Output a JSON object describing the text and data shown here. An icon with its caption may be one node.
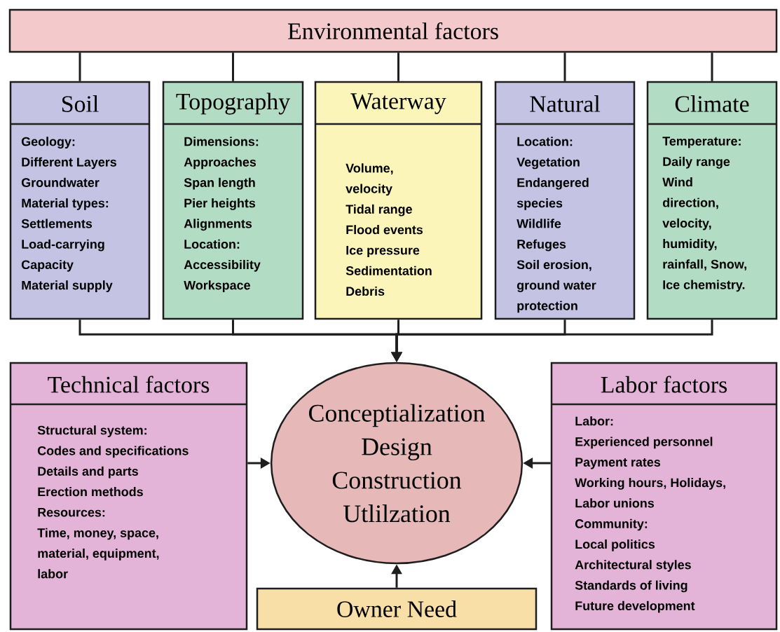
{
  "diagram": {
    "nodes": [
      {
        "text": [
          "Environmental factors"
        ]
      },
      {
        "text": [
          "Soil",
          "Geology:",
          "Different Layers",
          "Groundwater",
          "Material types:",
          "Settlements",
          "Load-carrying",
          "Capacity",
          "Material supply"
        ]
      },
      {
        "text": [
          "Topography",
          "Dimensions:",
          "Approaches",
          "Span length",
          "Pier heights",
          "Alignments",
          "Location:",
          "Accessibility",
          "Workspace"
        ]
      },
      {
        "text": [
          "Waterway",
          "Volume,",
          "velocity",
          "Tidal range",
          "Flood events",
          "Ice pressure",
          "Sedimentation",
          "Debris"
        ]
      },
      {
        "text": [
          "Natural",
          "Location:",
          "Vegetation",
          "Endangered",
          "species",
          "Wildlife",
          "Refuges",
          "Soil erosion,",
          "ground water",
          "protection"
        ]
      },
      {
        "text": [
          "Climate",
          "Temperature:",
          "Daily range",
          "Wind",
          "direction,",
          "velocity,",
          "humidity,",
          "rainfall, Snow,",
          "Ice chemistry."
        ]
      },
      {
        "text": [
          "Technical factors",
          "Structural system:",
          "Codes and specifications",
          "Details and parts",
          "Erection methods",
          "Resources:",
          "Time, money, space,",
          "material, equipment,",
          "labor"
        ]
      },
      {
        "text": [
          "Conceptialization",
          "Design",
          "Construction",
          "Utlilzation"
        ]
      },
      {
        "text": [
          "Labor factors",
          "Labor:",
          "Experienced personnel",
          "Payment rates",
          "Working hours, Holidays,",
          "Labor unions",
          "Community:",
          "Local politics",
          "Architectural styles",
          "Standards of living",
          "Future development"
        ]
      },
      {
        "text": [
          "Owner Need"
        ]
      }
    ],
    "edges": [
      {
        "from": 0,
        "to": 1,
        "arrow": "none"
      },
      {
        "from": 0,
        "to": 2,
        "arrow": "none"
      },
      {
        "from": 0,
        "to": 3,
        "arrow": "none"
      },
      {
        "from": 0,
        "to": 4,
        "arrow": "none"
      },
      {
        "from": 0,
        "to": 5,
        "arrow": "none"
      },
      {
        "from": 1,
        "to": 7,
        "arrow": "to"
      },
      {
        "from": 2,
        "to": 7,
        "arrow": "to"
      },
      {
        "from": 3,
        "to": 7,
        "arrow": "to"
      },
      {
        "from": 4,
        "to": 7,
        "arrow": "to"
      },
      {
        "from": 5,
        "to": 7,
        "arrow": "to"
      },
      {
        "from": 6,
        "to": 7,
        "arrow": "to"
      },
      {
        "from": 8,
        "to": 7,
        "arrow": "to"
      },
      {
        "from": 9,
        "to": 7,
        "arrow": "to"
      }
    ]
  }
}
